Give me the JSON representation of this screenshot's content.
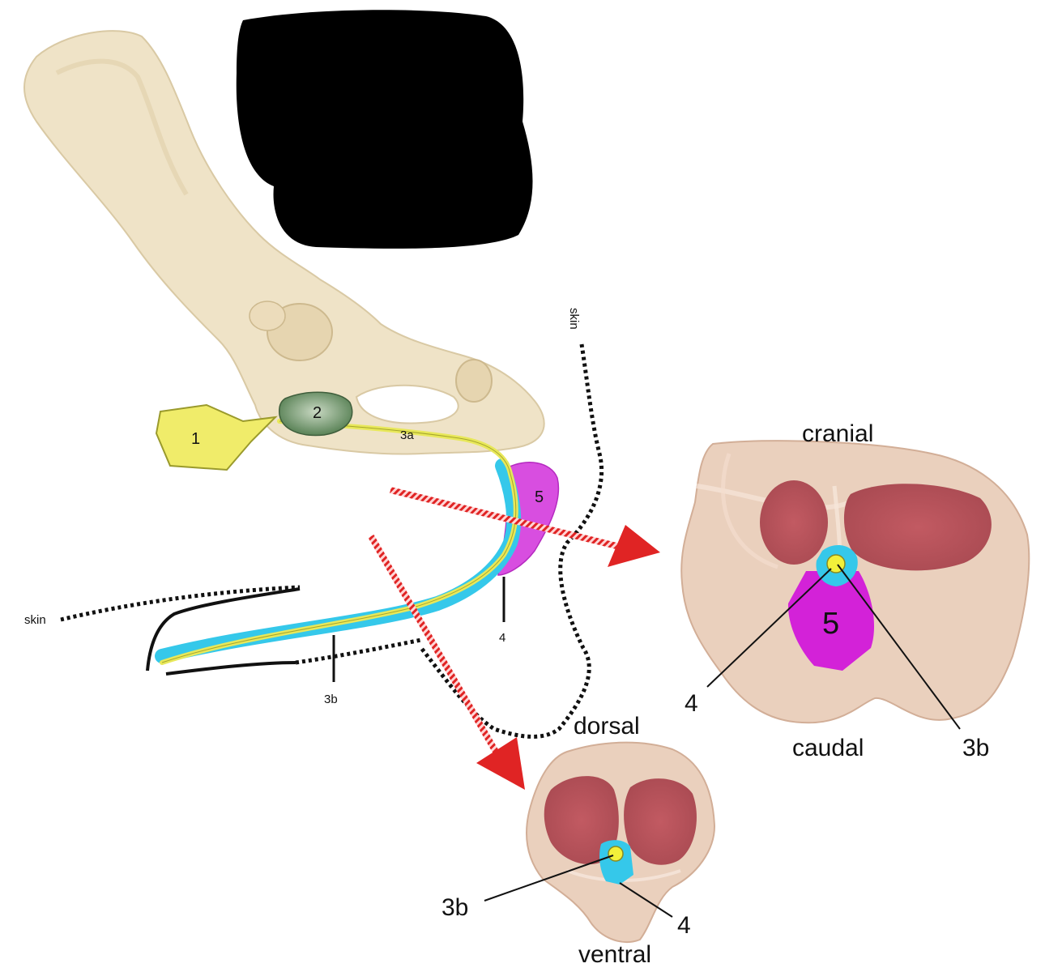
{
  "figure": {
    "pelvis_labels": {
      "part1": "1",
      "part2": "2",
      "part3a": "3a",
      "part3b": "3b",
      "part4": "4",
      "part5": "5",
      "skin_top": "skin",
      "skin_left": "skin"
    },
    "section_cranial": {
      "top": "cranial",
      "bottom": "caudal",
      "label4": "4",
      "label3b": "3b",
      "label5": "5"
    },
    "section_dorsal": {
      "top": "dorsal",
      "bottom": "ventral",
      "label3b": "3b",
      "label4": "4"
    },
    "colors": {
      "bone": "#efe3c7",
      "yellow": "#e8e85a",
      "cyan": "#35c8ea",
      "magenta": "#d322d8",
      "green": "#6e8f64",
      "arrow": "#e02424",
      "tissue": "#e9c8b4",
      "muscle": "#b9595e",
      "redaction": "#000000"
    }
  }
}
